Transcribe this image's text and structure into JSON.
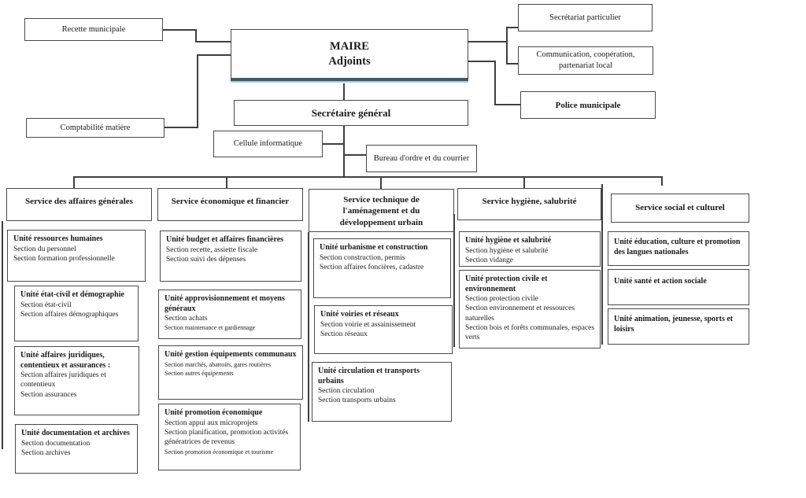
{
  "colors": {
    "box_border": "#4a4a4a",
    "connector": "#3f3f3f",
    "maire_accent_dark": "#3b5a68",
    "maire_accent_light": "#b3c7d0"
  },
  "maire": {
    "line1": "MAIRE",
    "line2": "Adjoints"
  },
  "secretaire_general": "Secrétaire général",
  "left_attached": [
    {
      "label": "Recette municipale"
    },
    {
      "label": "Comptabilité matière"
    }
  ],
  "right_attached": [
    {
      "label": "Secrétariat particulier"
    },
    {
      "label": "Communication, coopération, partenariat local"
    },
    {
      "label": "Police municipale"
    }
  ],
  "staff": [
    {
      "label": "Cellule informatique"
    },
    {
      "label": "Bureau d'ordre et du courrier"
    }
  ],
  "services": [
    {
      "title": "Service des affaires générales",
      "units": [
        {
          "title": "Unité ressources humaines",
          "sections": [
            {
              "text": "Section du personnel"
            },
            {
              "text": "Section formation professionnelle"
            }
          ]
        },
        {
          "title": "Unité état-civil et démographie",
          "sections": [
            {
              "text": "Section état-civil"
            },
            {
              "text": "Section affaires démographiques"
            }
          ]
        },
        {
          "title": "Unité affaires juridiques, contentieux et assurances :",
          "sections": [
            {
              "text": "Section affaires juridiques et contentieux"
            },
            {
              "text": "Section assurances"
            }
          ]
        },
        {
          "title": "Unité documentation et archives",
          "sections": [
            {
              "text": "Section documentation"
            },
            {
              "text": "Section archives"
            }
          ]
        }
      ]
    },
    {
      "title": "Service économique et financier",
      "units": [
        {
          "title": "Unité budget et affaires financières",
          "sections": [
            {
              "text": "Section recette, assiette fiscale"
            },
            {
              "text": "Section suivi des dépenses"
            }
          ]
        },
        {
          "title": "Unité approvisionnement et moyens généraux",
          "sections": [
            {
              "text": "Section achats"
            },
            {
              "text": "Section maintenance et gardiennage",
              "small": true
            }
          ]
        },
        {
          "title": "Unité gestion équipements communaux",
          "sections": [
            {
              "text": "Section marchés, abattoirs, gares routières",
              "small": true
            },
            {
              "text": "Section autres équipements",
              "small": true
            }
          ]
        },
        {
          "title": "Unité promotion économique",
          "sections": [
            {
              "text": "Section appui aux microprojets"
            },
            {
              "text": "Section planification, promotion activités génératrices de revenus"
            },
            {
              "text": "Section promotion économique et tourisme",
              "small": true
            }
          ]
        }
      ]
    },
    {
      "title": "Service technique de l'aménagement et du développement urbain",
      "units": [
        {
          "title": "Unité urbanisme et construction",
          "sections": [
            {
              "text": "Section construction, permis"
            },
            {
              "text": "Section affaires foncières, cadastre"
            }
          ]
        },
        {
          "title": "Unité voiries et réseaux",
          "sections": [
            {
              "text": "Section voirie et assainissement"
            },
            {
              "text": "Section réseaux"
            }
          ]
        },
        {
          "title": "Unité circulation et transports urbains",
          "sections": [
            {
              "text": "Section circulation"
            },
            {
              "text": "Section transports urbains"
            }
          ]
        }
      ]
    },
    {
      "title": "Service hygiène, salubrité",
      "units": [
        {
          "title": "Unité hygiène et salubrité",
          "sections": [
            {
              "text": "Section hygiène et salubrité"
            },
            {
              "text": "Section vidange"
            }
          ]
        },
        {
          "title": "Unité protection civile et environnement",
          "sections": [
            {
              "text": "Section protection civile"
            },
            {
              "text": "Section environnement et ressources naturelles"
            },
            {
              "text": "Section bois et forêts communales, espaces verts"
            }
          ]
        }
      ]
    },
    {
      "title": "Service social et culturel",
      "units": [
        {
          "title": "Unité éducation, culture et promotion des langues nationales",
          "sections": []
        },
        {
          "title": "Unité santé et action sociale",
          "sections": []
        },
        {
          "title": "Unité animation, jeunesse, sports et loisirs",
          "sections": []
        }
      ]
    }
  ]
}
